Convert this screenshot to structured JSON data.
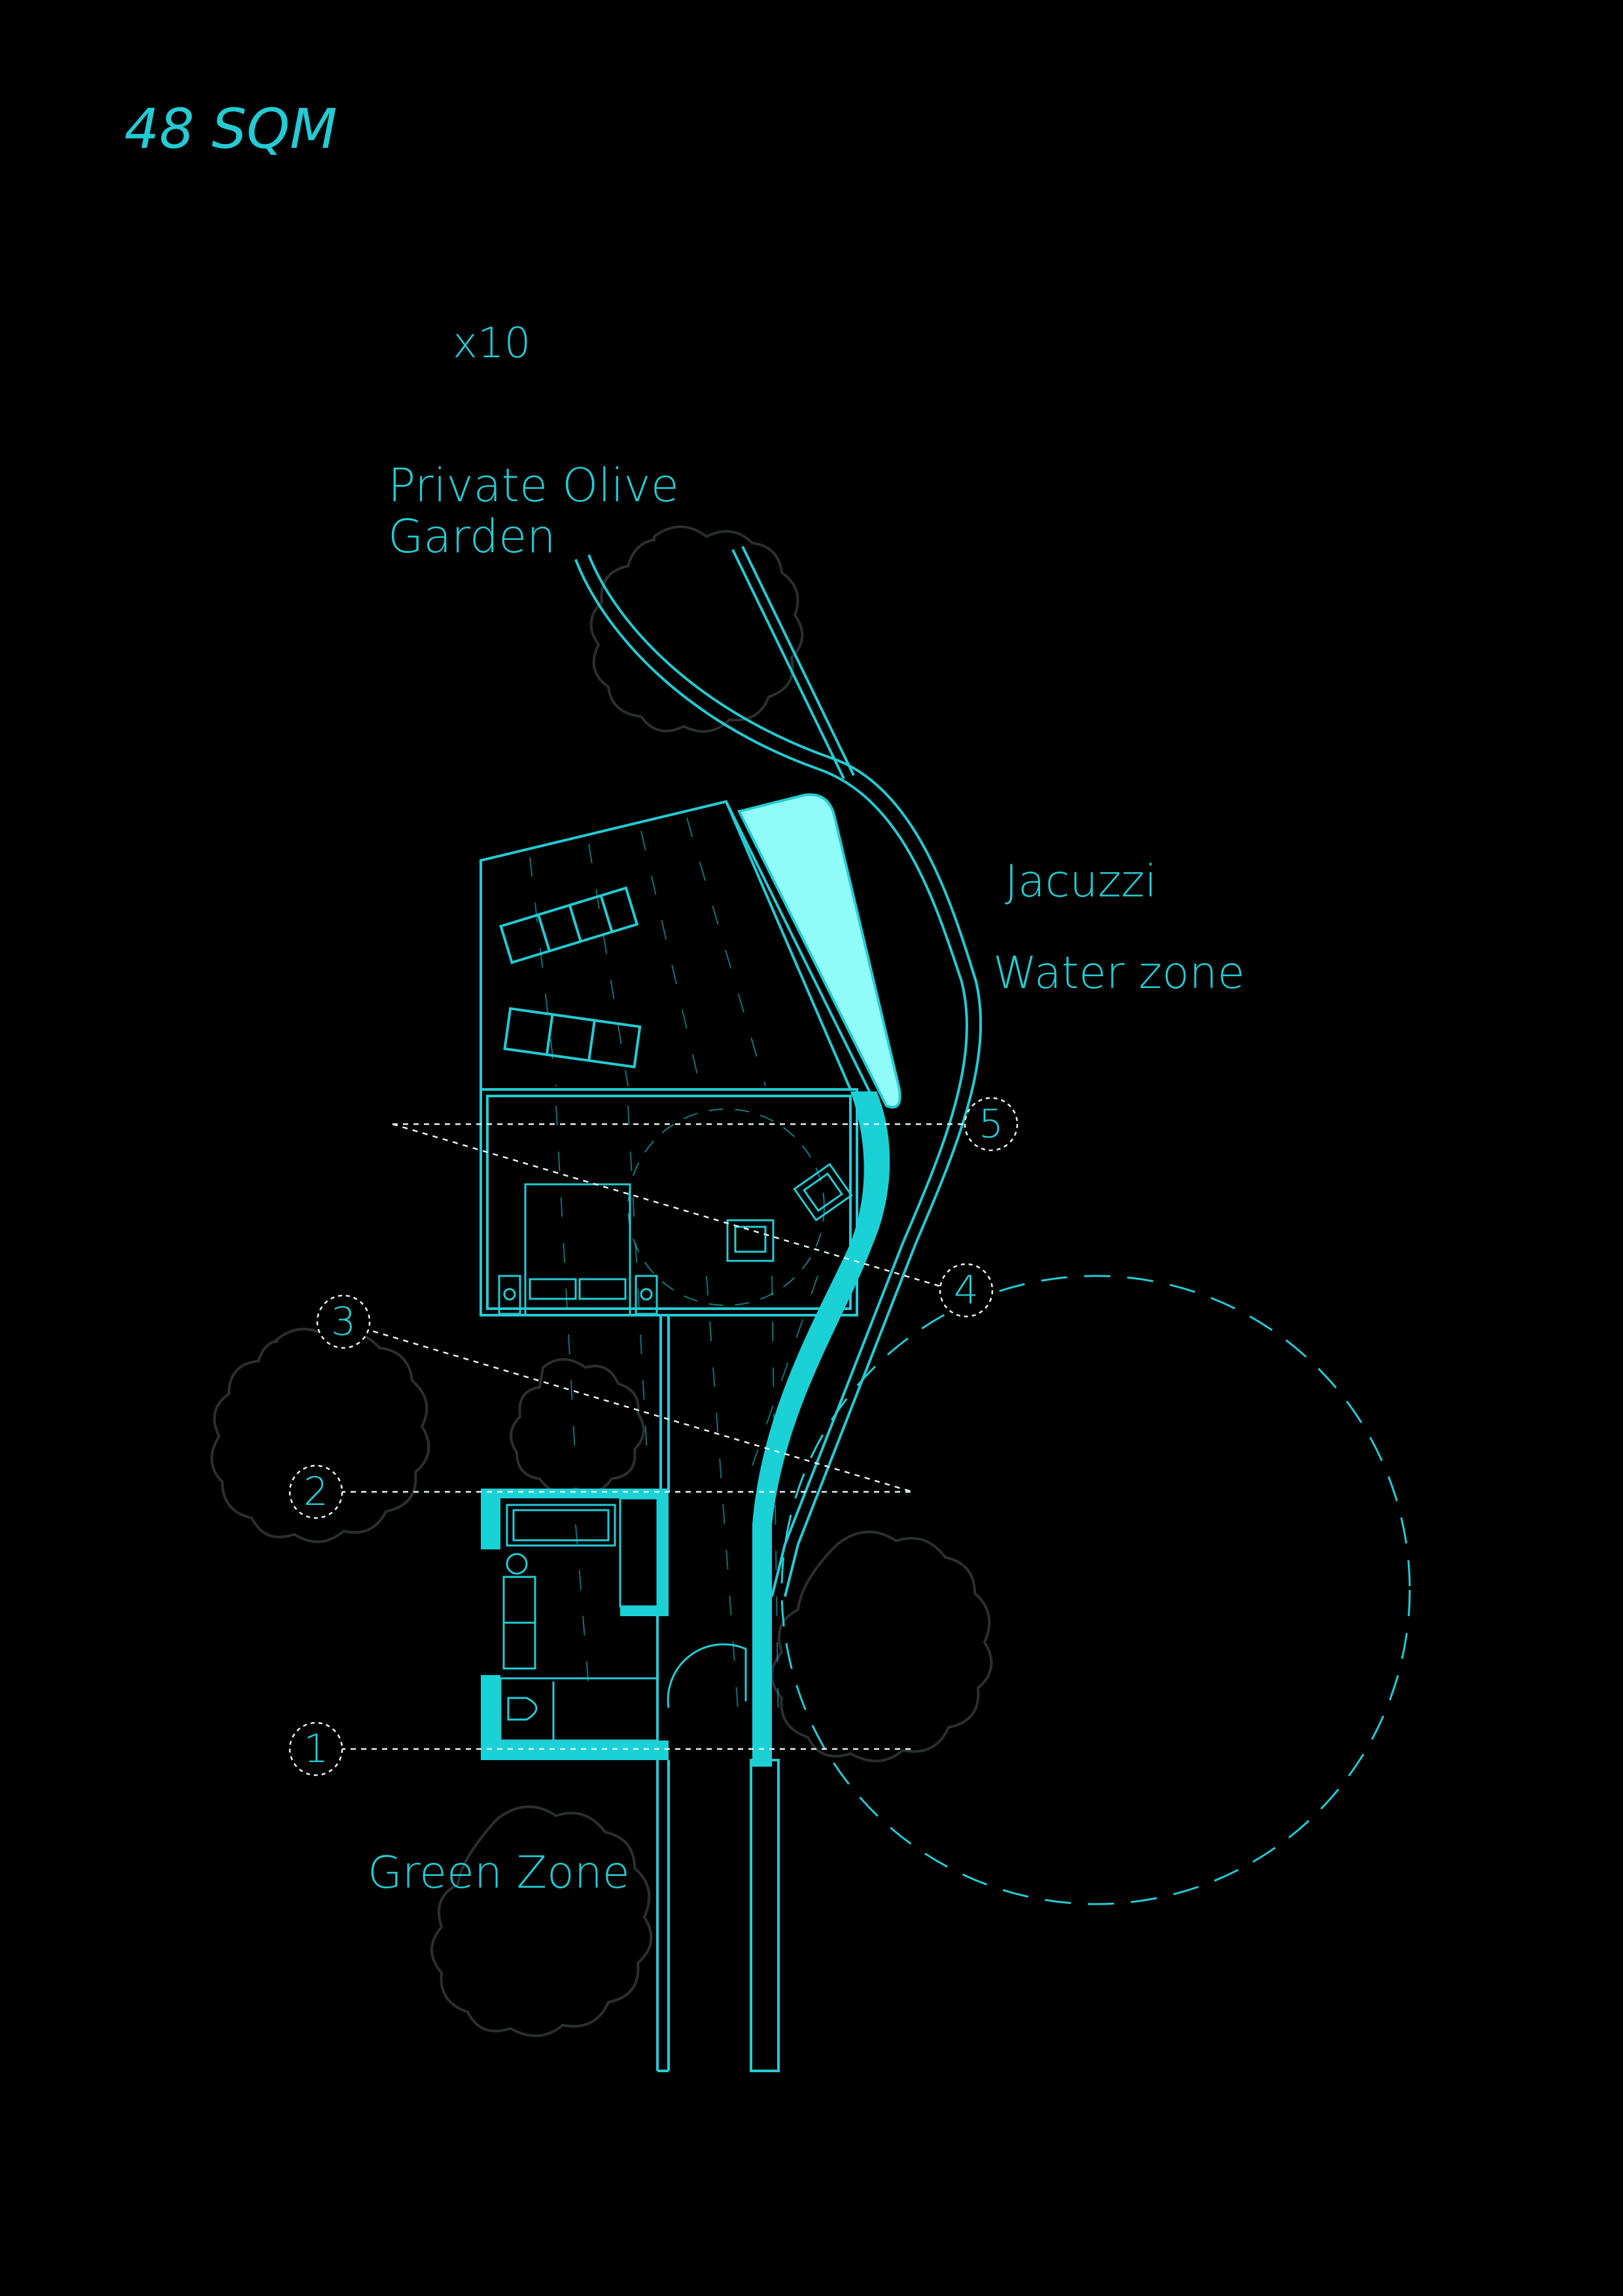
{
  "labels": {
    "area": "48 SQM",
    "count": "x10",
    "olive_garden": "Private Olive\nGarden",
    "jacuzzi": "Jacuzzi",
    "water_zone": "Water zone",
    "green_zone": "Green Zone"
  },
  "sections": [
    "1",
    "2",
    "3",
    "4",
    "5"
  ],
  "colors": {
    "background": "#000000",
    "line": "#24cbd3",
    "fill": "#1ad1d6",
    "jacuzzi": "#8ffcfa",
    "tree": "#2a2f30"
  }
}
